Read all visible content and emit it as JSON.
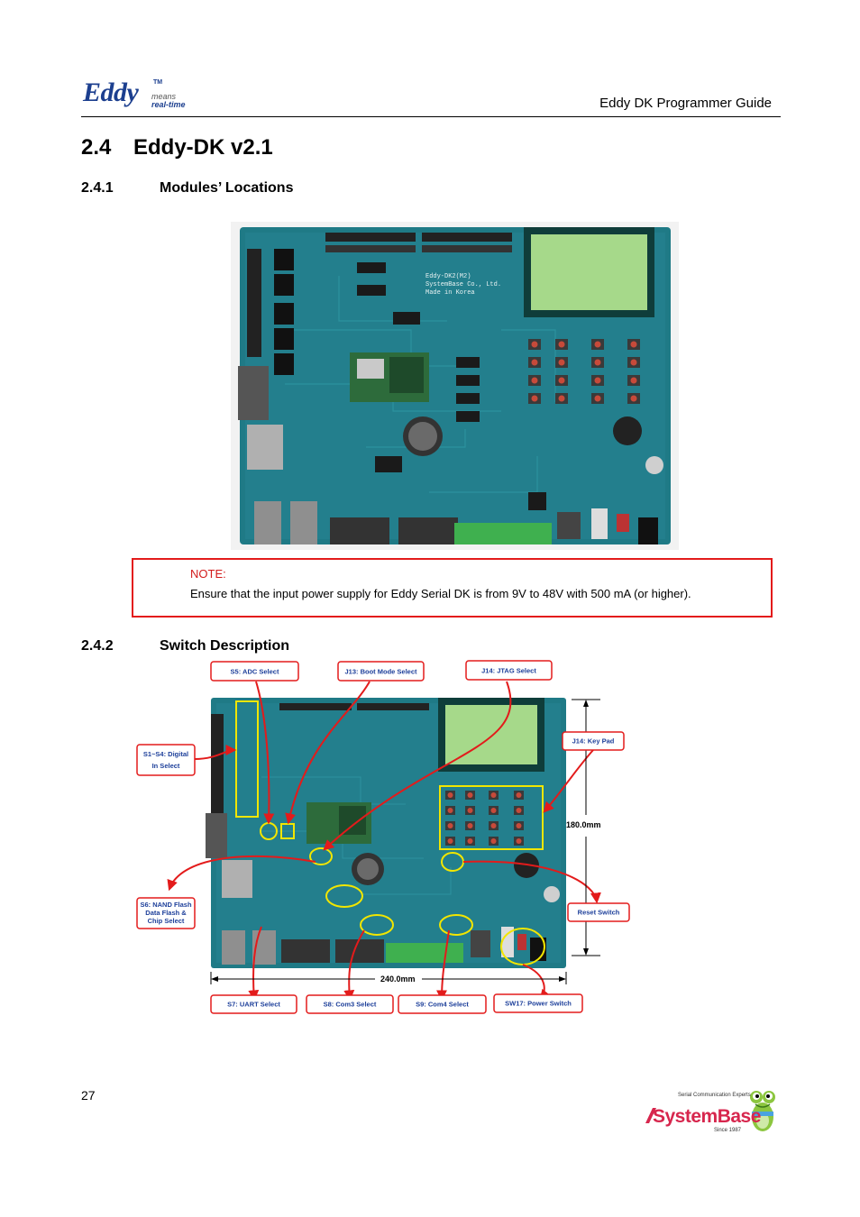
{
  "header": {
    "logo": {
      "word": "Eddy",
      "tm": "TM",
      "tag1": "means",
      "tag2": "real-time"
    },
    "guide_title": "Eddy DK Programmer Guide"
  },
  "section": {
    "number": "2.4",
    "title": "Eddy-DK v2.1"
  },
  "subsection1": {
    "number": "2.4.1",
    "title": "Modules’ Locations"
  },
  "board_silkscreen": [
    "Eddy-DK2(M2)",
    "SystemBase Co., Ltd.",
    "Made in Korea"
  ],
  "note": {
    "label": "NOTE:",
    "text": "Ensure that the input power supply for Eddy Serial DK is from 9V to 48V with 500 mA (or higher)."
  },
  "subsection2": {
    "number": "2.4.2",
    "title": "Switch Description"
  },
  "callouts": {
    "s5": "S5: ADC Select",
    "j13": "J13: Boot Mode Select",
    "j14jtag": "J14: JTAG Select",
    "s1s4_l1": "S1~S4: Digital",
    "s1s4_l2": "In Select",
    "j14key": "J14: Key Pad",
    "s6_l1": "S6: NAND Flash",
    "s6_l2": "Data Flash &",
    "s6_l3": "Chip Select",
    "reset": "Reset Switch",
    "s7": "S7: UART Select",
    "s8": "S8: Com3 Select",
    "s9": "S9: Com4 Select",
    "sw17": "SW17: Power Switch",
    "dim_h": "180.0mm",
    "dim_w": "240.0mm"
  },
  "footer": {
    "page_number": "27",
    "brand_tagline": "Serial Communication Experts",
    "brand_name": "SystemBase",
    "brand_since": "Since 1987"
  },
  "colors": {
    "pcb": "#1f7a86",
    "callout_red": "#e31b1b",
    "highlight_yellow": "#f2e600",
    "logo_blue": "#1c3f8f"
  }
}
